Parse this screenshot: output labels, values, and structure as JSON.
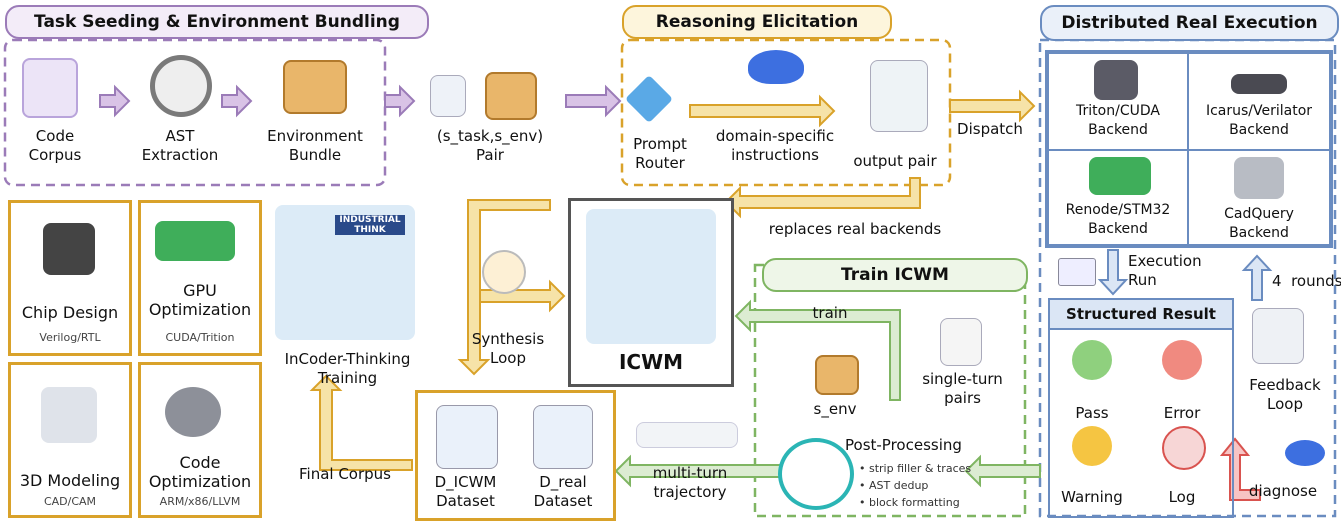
{
  "seeding": {
    "title": "Task Seeding & Environment Bundling",
    "steps": [
      "Code\nCorpus",
      "AST\nExtraction",
      "Environment\nBundle",
      "(s_task,s_env)\nPair"
    ]
  },
  "reasoning": {
    "title": "Reasoning Elicitation",
    "router": "Prompt\nRouter",
    "instructions": "domain-specific\ninstructions",
    "output": "output pair",
    "dispatch": "Dispatch",
    "replaces": "replaces real backends"
  },
  "execution": {
    "title": "Distributed Real Execution",
    "backends": [
      "Triton/CUDA\nBackend",
      "Icarus/Verilator\nBackend",
      "Renode/STM32\nBackend",
      "CadQuery\nBackend"
    ],
    "run": "Execution\nRun",
    "rounds": "4  rounds"
  },
  "result": {
    "title": "Structured Result",
    "items": [
      "Pass",
      "Error",
      "Warning",
      "Log"
    ],
    "feedback": "Feedback\nLoop",
    "diagnose": "diagnose"
  },
  "domains": [
    {
      "name": "Chip Design",
      "sub": "Verilog/RTL"
    },
    {
      "name": "GPU\nOptimization",
      "sub": "CUDA/Trition"
    },
    {
      "name": "3D Modeling",
      "sub": "CAD/CAM"
    },
    {
      "name": "Code\nOptimization",
      "sub": "ARM/x86/LLVM"
    }
  ],
  "training": {
    "label": "InCoder-Thinking\nTraining",
    "synthesis": "Synthesis\nLoop",
    "final": "Final Corpus",
    "icwm": "ICWM",
    "logo_text": "INDUSTRIAL THINK"
  },
  "train": {
    "title": "Train ICWM",
    "train": "train",
    "s_env": "s_env",
    "single": "single-turn\npairs",
    "post_title": "Post-Processing",
    "post_items": [
      "strip filler & traces",
      "AST dedup",
      "block formatting"
    ],
    "multi": "multi-turn\ntrajectory"
  },
  "datasets": [
    "D_ICWM\nDataset",
    "D_real\nDataset"
  ],
  "colors": {
    "purple": "#9b7bb8",
    "gold": "#d9a22a",
    "blue": "#6a8cc0",
    "green": "#7fb562"
  }
}
